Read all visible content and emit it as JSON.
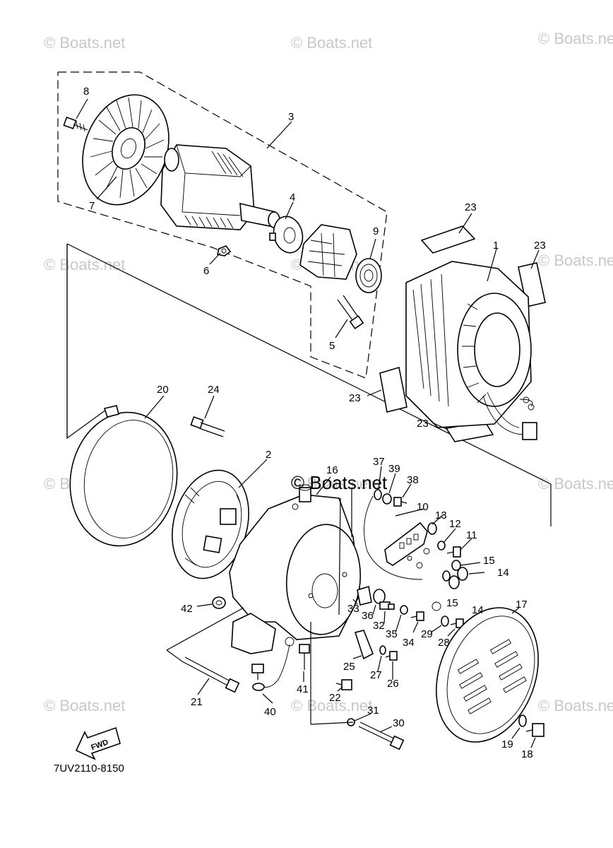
{
  "watermarks": [
    "© Boats.net",
    "© Boats.net",
    "© Boats.net",
    "© Boats.net",
    "© Boats.net",
    "© Boats.net",
    "© Boats.net",
    "© Boats.net",
    "© Boats.net",
    "© Boats.net",
    "© Boats.net",
    "© Boats.net"
  ],
  "center_watermark": "© Boats.net",
  "drawing_code": "7UV2110-8150",
  "fwd_label": "FWD",
  "callouts": [
    "8",
    "3",
    "7",
    "4",
    "9",
    "6",
    "5",
    "23",
    "1",
    "23",
    "23",
    "23",
    "20",
    "24",
    "2",
    "16",
    "37",
    "39",
    "38",
    "10",
    "13",
    "12",
    "11",
    "15",
    "14",
    "15",
    "14",
    "17",
    "42",
    "33",
    "36",
    "32",
    "35",
    "34",
    "29",
    "28",
    "25",
    "27",
    "26",
    "22",
    "41",
    "21",
    "40",
    "31",
    "30",
    "19",
    "18"
  ]
}
